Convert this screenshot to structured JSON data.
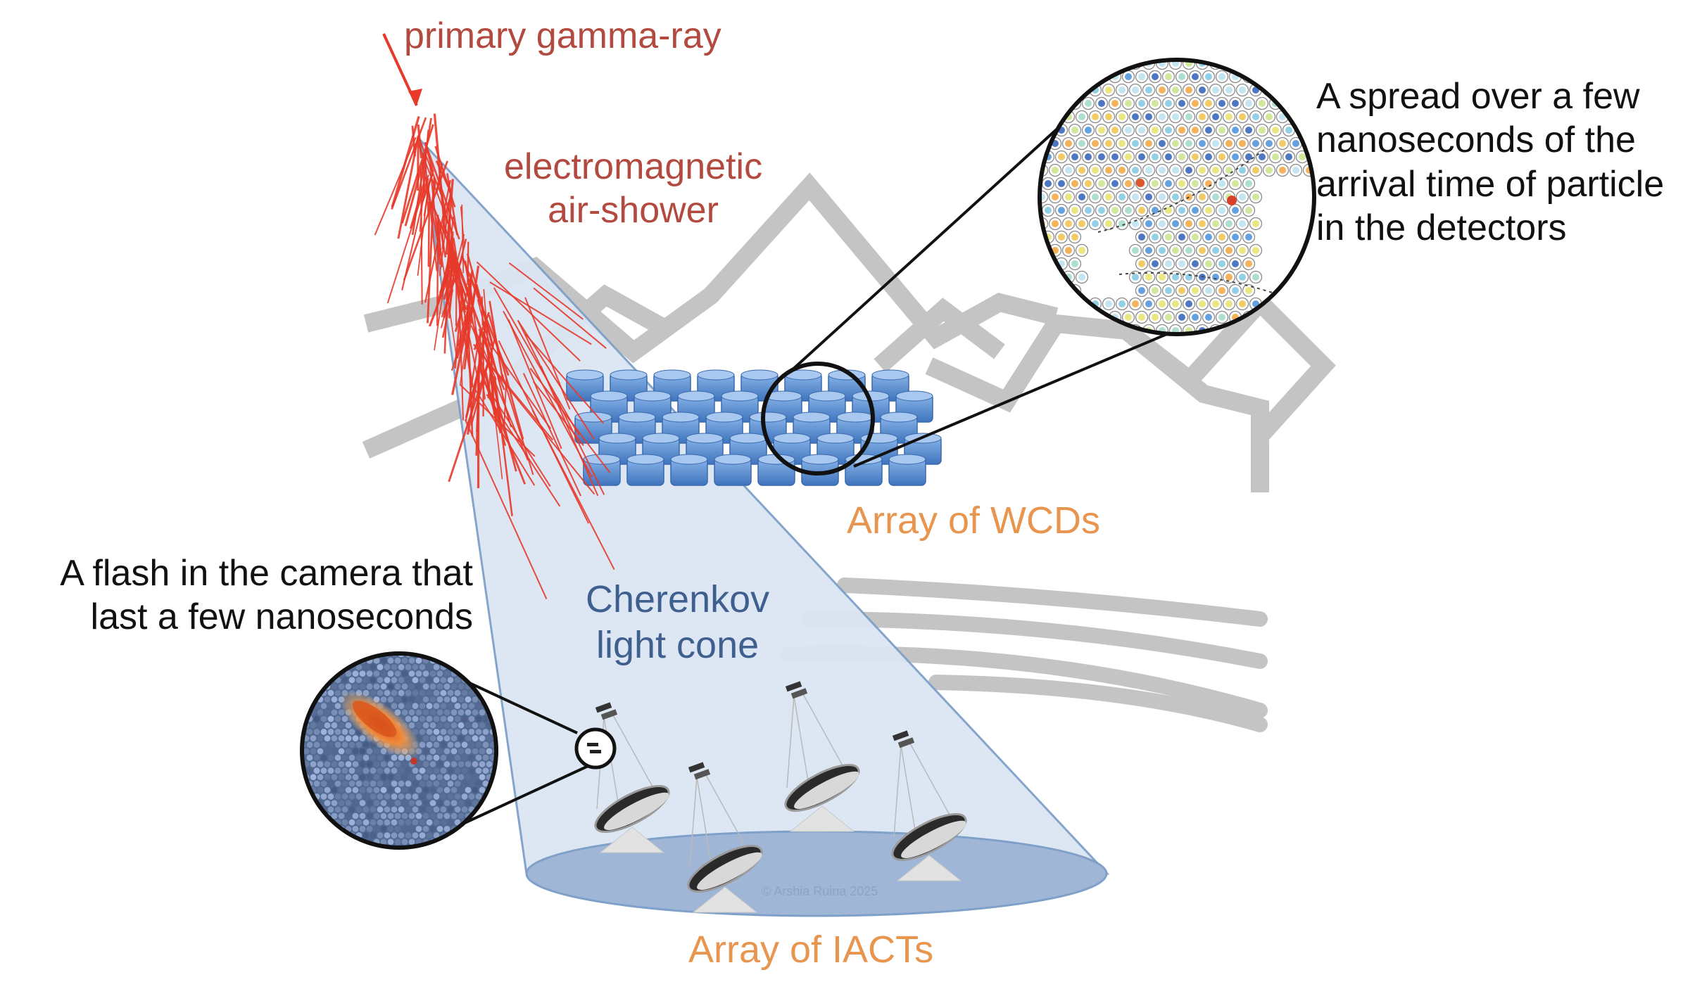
{
  "labels": {
    "primary": "primary gamma-ray",
    "shower": "electromagnetic\nair-shower",
    "wcds": "Array of WCDs",
    "cone": "Cherenkov\nlight cone",
    "iacts": "Array of IACTs",
    "flash": "A flash in the camera that\nlast a few nanoseconds",
    "spread": "A spread over a few\nnanoseconds of the\narrival time of particle\nin the detectors",
    "copyright": "© Arshia Ruina 2025"
  },
  "colors": {
    "shower": "#e8392a",
    "cone_fill": "#dbe6f3",
    "cone_edge": "#7fa0c9",
    "ground": "#9fb6d6",
    "mountain": "#c4c4c4",
    "tank": "#5b8fd0"
  },
  "icons": {
    "mountains": "mountain-range-icon",
    "tanks": "water-tank-icon",
    "telescopes": "telescope-dish-icon",
    "zoom": "magnifier-circle-icon"
  }
}
